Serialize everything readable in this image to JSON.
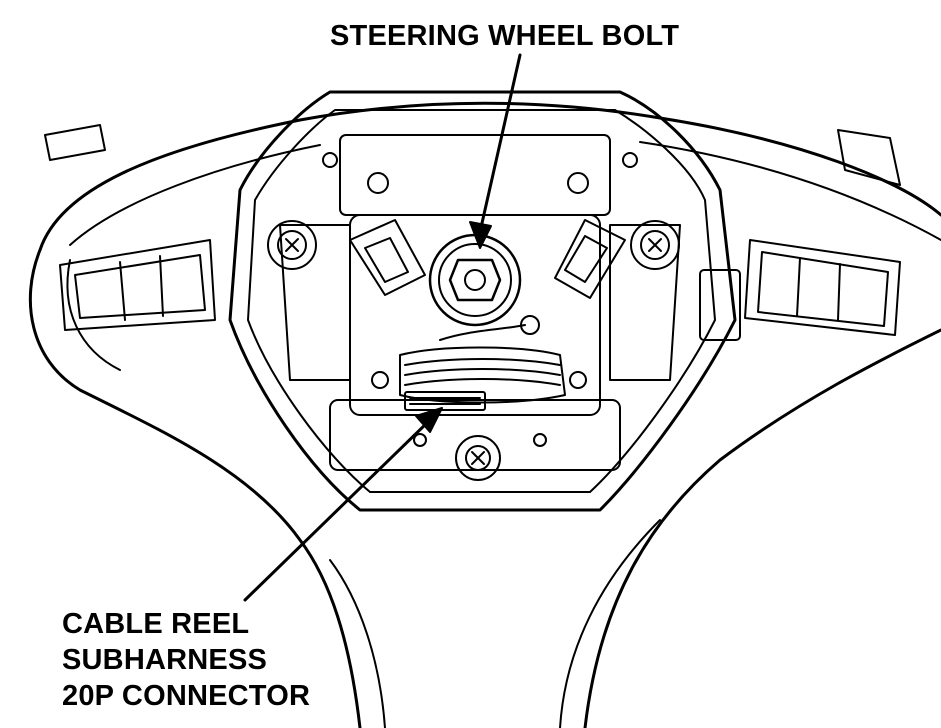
{
  "labels": {
    "steering_wheel_bolt": "STEERING WHEEL BOLT",
    "cable_reel_lines": [
      "CABLE REEL",
      "SUBHARNESS",
      "20P CONNECTOR"
    ]
  },
  "colors": {
    "line": "#000000",
    "background": "#ffffff"
  }
}
